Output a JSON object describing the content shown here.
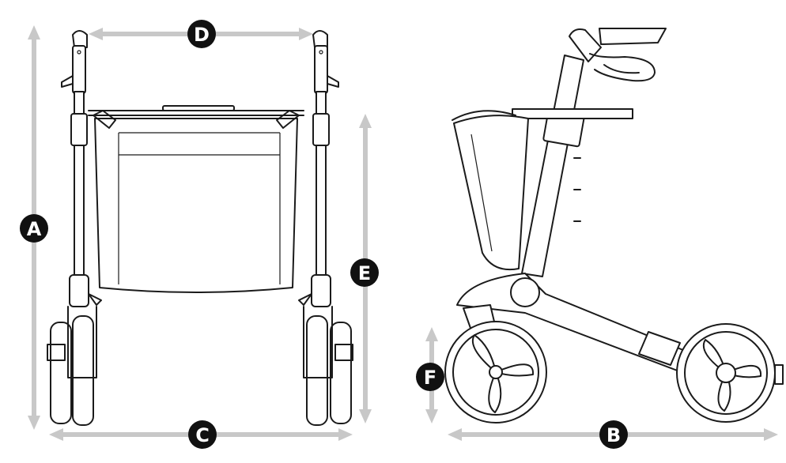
{
  "diagram": {
    "dimension_labels": {
      "a": "A",
      "b": "B",
      "c": "C",
      "d": "D",
      "e": "E",
      "f": "F"
    },
    "colors": {
      "line": "#1b1b1b",
      "arrow": "#c8c8c8",
      "marker": "#111111",
      "marker_text": "#ffffff"
    }
  }
}
